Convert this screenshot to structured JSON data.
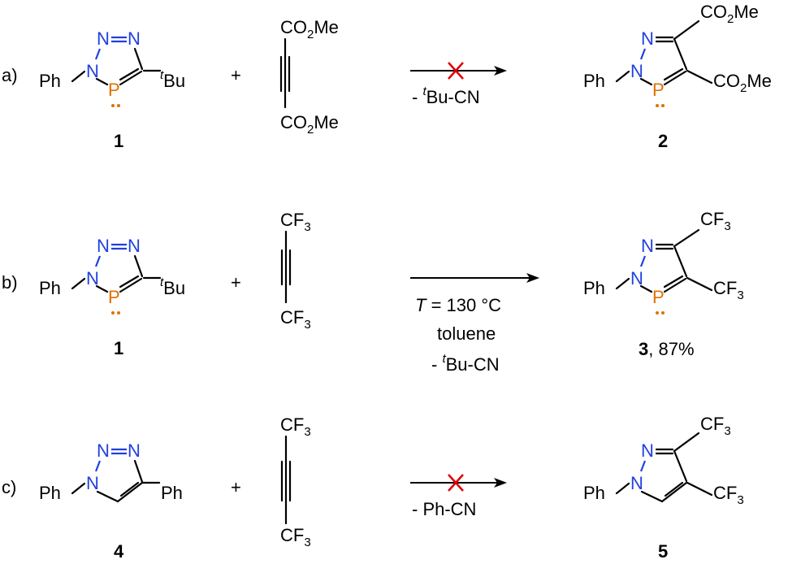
{
  "rows": [
    {
      "label": "a)",
      "reactant": {
        "ph": "Ph",
        "tbu_sup": "t",
        "tbu": "Bu",
        "number": "1"
      },
      "reagent": {
        "top_a": "CO",
        "top_sub": "2",
        "top_b": "Me",
        "bot_a": "CO",
        "bot_sub": "2",
        "bot_b": "Me"
      },
      "plus": "+",
      "conditions": {
        "line1_prefix": "- ",
        "line1_sup": "t",
        "line1_rest": "Bu-CN"
      },
      "product": {
        "ph": "Ph",
        "sub1_a": "CO",
        "sub1_sub": "2",
        "sub1_b": "Me",
        "sub2_a": "CO",
        "sub2_sub": "2",
        "sub2_b": "Me",
        "number": "2"
      }
    },
    {
      "label": "b)",
      "reactant": {
        "ph": "Ph",
        "tbu_sup": "t",
        "tbu": "Bu",
        "number": "1"
      },
      "reagent": {
        "top_a": "CF",
        "top_sub": "3",
        "bot_a": "CF",
        "bot_sub": "3"
      },
      "plus": "+",
      "conditions": {
        "T_italic": "T",
        "T_rest": " = 130 °C",
        "solvent": "toluene",
        "line3_prefix": "- ",
        "line3_sup": "t",
        "line3_rest": "Bu-CN"
      },
      "product": {
        "ph": "Ph",
        "sub1_a": "CF",
        "sub1_sub": "3",
        "sub2_a": "CF",
        "sub2_sub": "3",
        "number": "3",
        "yield": ", 87%"
      }
    },
    {
      "label": "c)",
      "reactant": {
        "ph": "Ph",
        "ph2": "Ph",
        "number": "4"
      },
      "reagent": {
        "top_a": "CF",
        "top_sub": "3",
        "bot_a": "CF",
        "bot_sub": "3"
      },
      "plus": "+",
      "conditions": {
        "line1": "- Ph-CN"
      },
      "product": {
        "ph": "Ph",
        "sub1_a": "CF",
        "sub1_sub": "3",
        "sub2_a": "CF",
        "sub2_sub": "3",
        "number": "5"
      }
    }
  ],
  "atoms": {
    "N": "N",
    "P": "P"
  },
  "colors": {
    "nitrogen": "#2040e0",
    "phosphorus": "#e07000",
    "blocked": "#e00000"
  }
}
